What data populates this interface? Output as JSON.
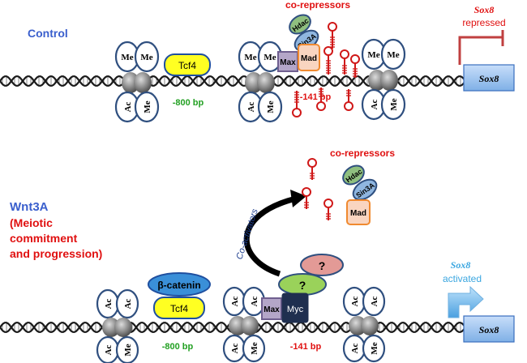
{
  "control": {
    "title": "Control",
    "corepressors_label": "co-repressors",
    "sox8_label": "Sox8",
    "sox8_status": "repressed",
    "tcf4": "Tcf4",
    "bp800": "-800 bp",
    "bp141": "-141 bp",
    "hdac": "Hdac",
    "sin3a": "Sin3A",
    "max": "Max",
    "mad": "Mad",
    "gene": "Sox8",
    "me": "Me",
    "ac": "Ac"
  },
  "wnt": {
    "title": "Wnt3A",
    "subtitle_lines": [
      "(Meiotic",
      "commitment",
      "and progression)"
    ],
    "corepressors_label": "co-repressors",
    "coactivators_label": "Co-activators",
    "sox8_label": "Sox8",
    "sox8_status": "activated",
    "beta_catenin": "β-catenin",
    "tcf4": "Tcf4",
    "bp800": "-800 bp",
    "bp141": "-141 bp",
    "hdac": "Hdac",
    "sin3a": "Sin3A",
    "max": "Max",
    "myc": "Myc",
    "mad": "Mad",
    "question": "?",
    "gene": "Sox8",
    "me": "Me",
    "ac": "Ac"
  },
  "colors": {
    "blue_title": "#3a5fcd",
    "red": "#e01010",
    "green": "#22a022",
    "tcf4_fill": "#ffff22",
    "beta_fill": "#3a8fd8",
    "gene_fill": "#a6c8ee",
    "oval_stroke": "#2f4f7f",
    "mad_fill": "#f9d5c0",
    "max_fill": "#b4a6c8",
    "myc_fill": "#1f2f4f",
    "q1_fill": "#e39a96",
    "q2_fill": "#9ad25a",
    "hdac_fill": "#8fbf7f",
    "sin3a_fill": "#8fb6e0",
    "cyan": "#3aa6e0"
  }
}
